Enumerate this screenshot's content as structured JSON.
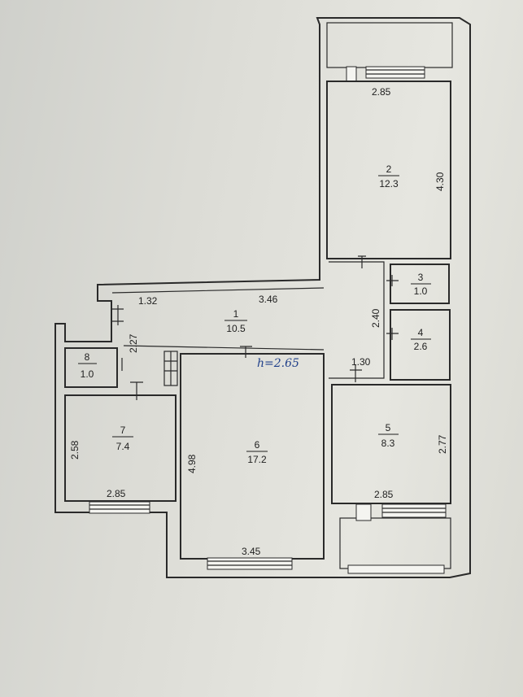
{
  "rooms": [
    {
      "number": "1",
      "area": "10.5"
    },
    {
      "number": "2",
      "area": "12.3"
    },
    {
      "number": "3",
      "area": "1.0"
    },
    {
      "number": "4",
      "area": "2.6"
    },
    {
      "number": "5",
      "area": "8.3"
    },
    {
      "number": "6",
      "area": "17.2"
    },
    {
      "number": "7",
      "area": "7.4"
    },
    {
      "number": "8",
      "area": "1.0"
    }
  ],
  "dimensions": {
    "room2_width": "2.85",
    "room2_length": "4.30",
    "corridor_left": "1.32",
    "corridor_right": "3.46",
    "corridor_height": "2.27",
    "hall_height": "2.40",
    "hall_width": "1.30",
    "room5_width": "2.85",
    "room5_length": "2.77",
    "room6_length": "4.98",
    "room6_width": "3.45",
    "room7_length": "2.58",
    "room7_width": "2.85"
  },
  "ceiling_height_note": "h=2.65"
}
